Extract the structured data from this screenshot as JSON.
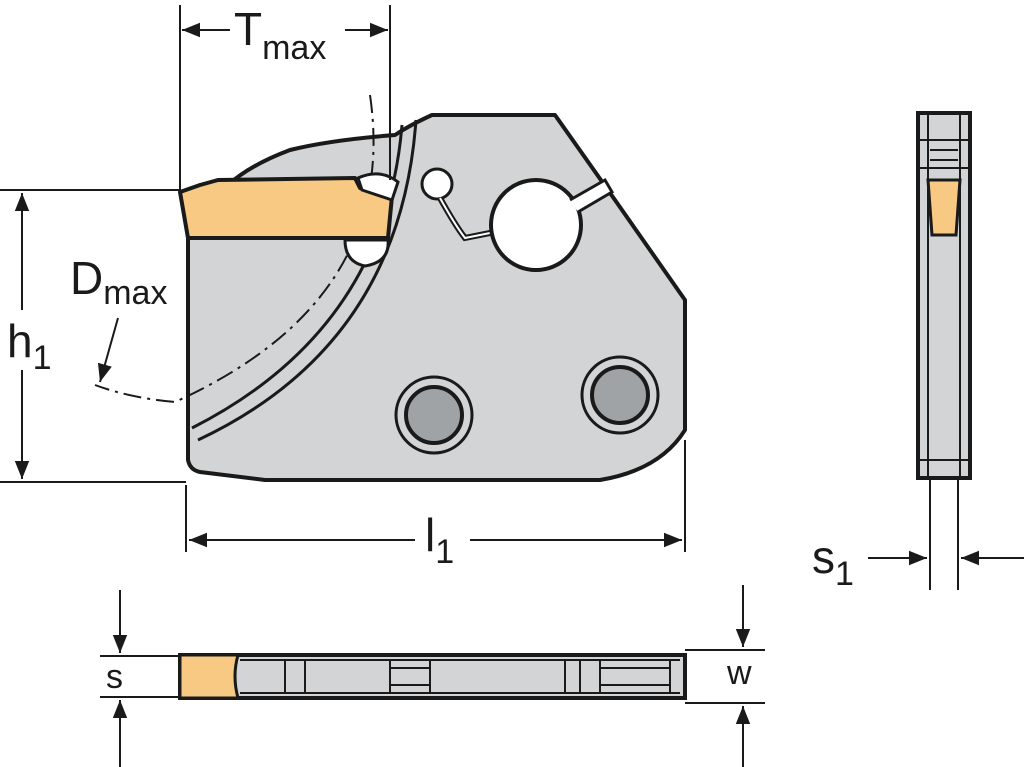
{
  "labels": {
    "t_max": {
      "main": "T",
      "sub": "max"
    },
    "d_max": {
      "main": "D",
      "sub": "max"
    },
    "h1": {
      "main": "h",
      "sub": "1"
    },
    "l1": {
      "main": "l",
      "sub": "1"
    },
    "s1": {
      "main": "s",
      "sub": "1"
    },
    "s": "s",
    "w": "w"
  },
  "colors": {
    "body_fill": "#d2d4d5",
    "insert_fill": "#f7c983",
    "outline": "#1a1a1a",
    "screw_fill": "#9fa3a5",
    "background": "#ffffff"
  }
}
